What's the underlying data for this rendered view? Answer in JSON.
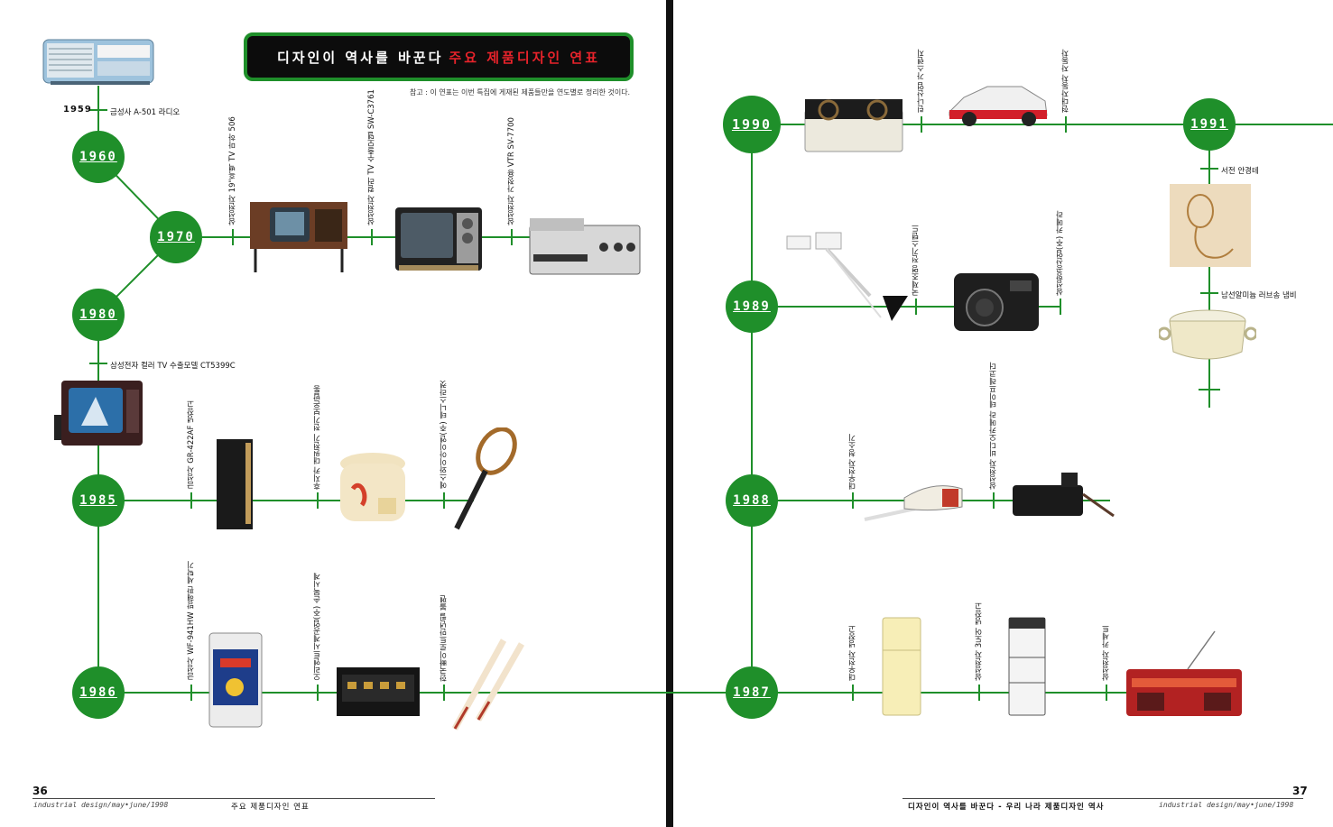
{
  "header": {
    "title_white": "디자인이 역사를 바꾼다",
    "title_red": "주요 제품디자인 연표",
    "note": "참고 : 이 연표는 이번 특집에 게재된 제품들만을 연도별로 정리한 것이다."
  },
  "years": {
    "y1959": "1959",
    "y1960": "1960",
    "y1970": "1970",
    "y1980": "1980",
    "y1985": "1985",
    "y1986": "1986",
    "y1987": "1987",
    "y1988": "1988",
    "y1989": "1989",
    "y1990": "1990",
    "y1991": "1991"
  },
  "products": {
    "radio": "금성사 A-501 라디오",
    "tv_bw": "삼성전자 19\"흑백 TV 마하 506",
    "tv_color_export": "삼성전자 컬러 TV 수출모델 SW-C3761",
    "vtr": "삼성전자 가정용 VTR SV-7700",
    "tv_ct5399c": "삼성전자 컬러 TV 수출모델 CT5399C",
    "fridge_goldstar": "금성사 GR-422AF 냉장고",
    "rice_cooker": "후지카 대원전기 전기보온밥통",
    "racket": "에스와이아이엔(주) 테니스라켓",
    "washer": "금성사 WF-941HW 방해판 세탁기",
    "watch": "오리엔트시계공업(주) 손목시계",
    "pen": "한국빠이로트만년필 볼펜",
    "fridge_daewoo": "대우전자 냉장고",
    "fridge_samsung": "삼성전자 3도어 냉장고",
    "cassette": "삼성전자 카세트",
    "vacuum": "대우전자 청소기",
    "camcorder": "삼성전자 비디오카메라 테이프레코더",
    "stand_lamp": "국제조명 전기스탠드",
    "camera": "삼성항공산업(주) 카메라",
    "gas_range": "린나산업 가스렌지",
    "car": "현대자동차 자동차",
    "glasses": "서전 안경테",
    "pot": "남선알미늄 러브송 냄비"
  },
  "footer": {
    "left_folio": "36",
    "left_magazine": "industrial design/may•june/1998",
    "left_section": "주요 제품디자인 연표",
    "right_folio": "37",
    "right_section": "디자인이 역사를 바꾼다 - 우리 나라 제품디자인 역사",
    "right_magazine": "industrial design/may•june/1998"
  },
  "colors": {
    "accent_green": "#1f8f2a",
    "title_red": "#e8232b",
    "banner_black": "#0c0c0c"
  }
}
